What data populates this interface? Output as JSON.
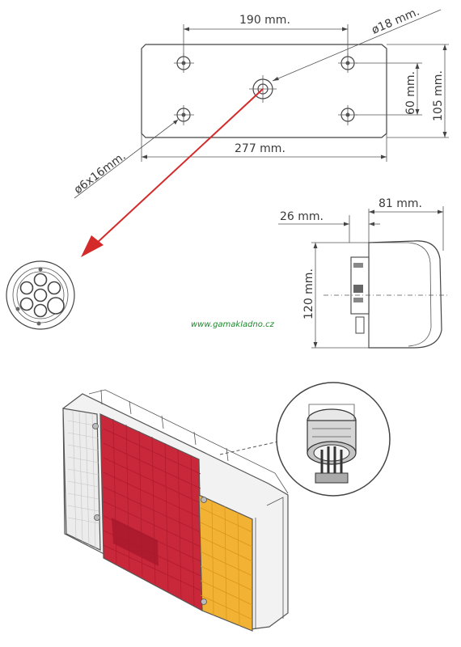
{
  "dimensions": {
    "holes_spacing": "190 mm.",
    "center_hole": "ø18 mm.",
    "height_inner": "60 mm.",
    "height_outer": "105 mm.",
    "total_length": "277 mm.",
    "mount_hole": "ø6x16mm.",
    "depth_front": "26 mm.",
    "depth_total": "81 mm.",
    "lamp_height": "120 mm."
  },
  "watermark": "www.gamakladno.cz",
  "colors": {
    "clear_lens": "#ececec",
    "red_lens": "#c8283a",
    "amber_lens": "#f2b233",
    "arrow": "#d42a2a",
    "watermark": "#1a8a2a"
  }
}
